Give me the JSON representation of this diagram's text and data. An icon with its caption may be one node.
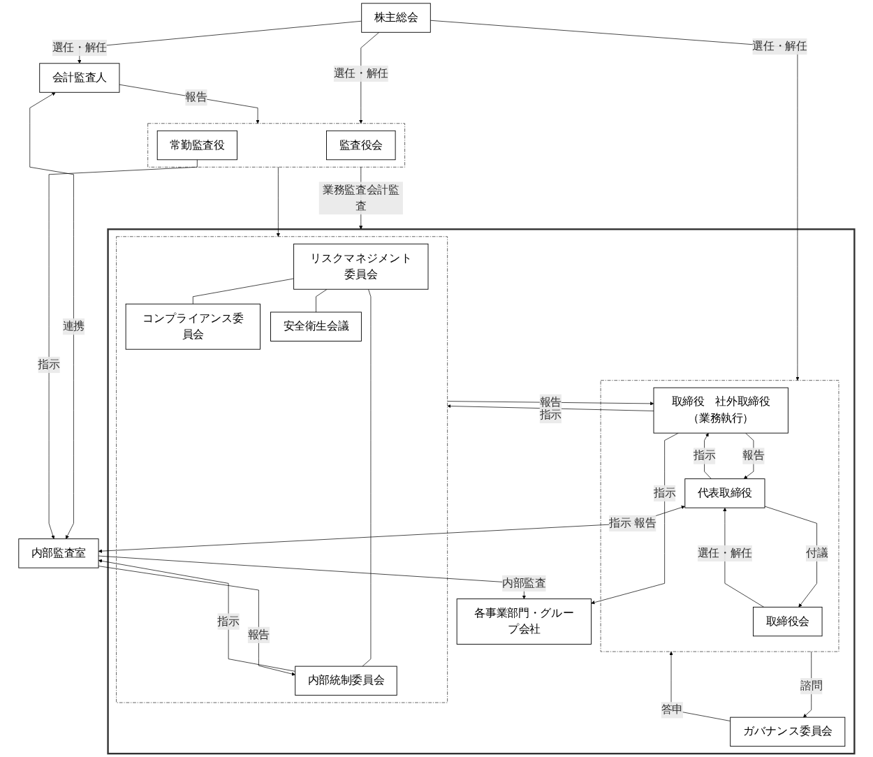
{
  "diagram": {
    "nodes": [
      {
        "text": [
          "株主総会"
        ]
      },
      {
        "text": [],
        "shape": "box"
      },
      {
        "text": [
          "ガバナンス委員会"
        ],
        "in": 1
      },
      {
        "text": [],
        "shape": "box",
        "in": 1
      },
      {
        "text": [
          "取締役会"
        ],
        "in": 3
      },
      {
        "text": [
          "代表取締役"
        ],
        "in": 3
      },
      {
        "text": [
          "取締役　社外取締役（業務執行）"
        ],
        "in": 3
      },
      {
        "text": [],
        "shape": "box",
        "in": 1
      },
      {
        "text": [
          "リスクマネジメント委員会"
        ],
        "in": 7
      },
      {
        "text": [
          "コンプライアンス委員会"
        ],
        "in": 7
      },
      {
        "text": [
          "内部統制委員会"
        ],
        "in": 7
      },
      {
        "text": [
          "安全衛生会議"
        ],
        "in": 7
      },
      {
        "text": [
          "各事業部門・グループ会社"
        ],
        "in": 1
      },
      {
        "text": [],
        "shape": "box"
      },
      {
        "text": [
          "監査役会"
        ],
        "in": 13
      },
      {
        "text": [
          "常勤監査役"
        ],
        "in": 13
      },
      {
        "text": [
          "会計監査人"
        ]
      },
      {
        "text": [
          "内部監査室"
        ]
      }
    ],
    "edges": [
      {
        "from": 0,
        "to": 3,
        "arrow": "to",
        "label": "選任・解任"
      },
      {
        "from": 0,
        "to": 13,
        "arrow": "to",
        "label": "選任・解任"
      },
      {
        "from": 0,
        "to": 16,
        "arrow": "to",
        "label": "選任・解任"
      },
      {
        "from": 3,
        "to": 2,
        "arrow": "to",
        "label": "諮問"
      },
      {
        "from": 2,
        "to": 3,
        "arrow": "to",
        "label": "答申"
      },
      {
        "from": 4,
        "to": 5,
        "arrow": "to",
        "label": "選任・解任"
      },
      {
        "from": 5,
        "to": 4,
        "arrow": "to",
        "label": "付議"
      },
      {
        "from": 6,
        "to": 5,
        "arrow": "to",
        "label": "報告"
      },
      {
        "from": 5,
        "to": 6,
        "arrow": "to",
        "label": "指示"
      },
      {
        "from": 7,
        "to": 6,
        "arrow": "to",
        "label": "報告"
      },
      {
        "from": 6,
        "to": 7,
        "arrow": "to",
        "label": "指示"
      },
      {
        "from": 6,
        "to": 12,
        "arrow": "to",
        "label": "指示"
      },
      {
        "from": 8,
        "to": 9,
        "arrow": "none"
      },
      {
        "from": 8,
        "to": 10,
        "arrow": "none"
      },
      {
        "from": 8,
        "to": 11,
        "arrow": "none"
      },
      {
        "from": 13,
        "to": 1,
        "arrow": "to",
        "label": "業務監査会計監査"
      },
      {
        "from": 16,
        "to": 13,
        "arrow": "to",
        "label": "報告"
      },
      {
        "from": 5,
        "to": 17,
        "arrow": "both",
        "label": "指示 報告"
      },
      {
        "from": 13,
        "to": 7,
        "arrow": "to"
      },
      {
        "from": 16,
        "to": 17,
        "arrow": "both",
        "label": "連携"
      },
      {
        "from": 15,
        "to": 17,
        "arrow": "to",
        "label": "指示"
      },
      {
        "from": 10,
        "to": 17,
        "arrow": "to",
        "label": "指示"
      },
      {
        "from": 17,
        "to": 10,
        "arrow": "to",
        "label": "報告"
      },
      {
        "from": 17,
        "to": 12,
        "arrow": "to",
        "label": "内部監査"
      }
    ]
  }
}
